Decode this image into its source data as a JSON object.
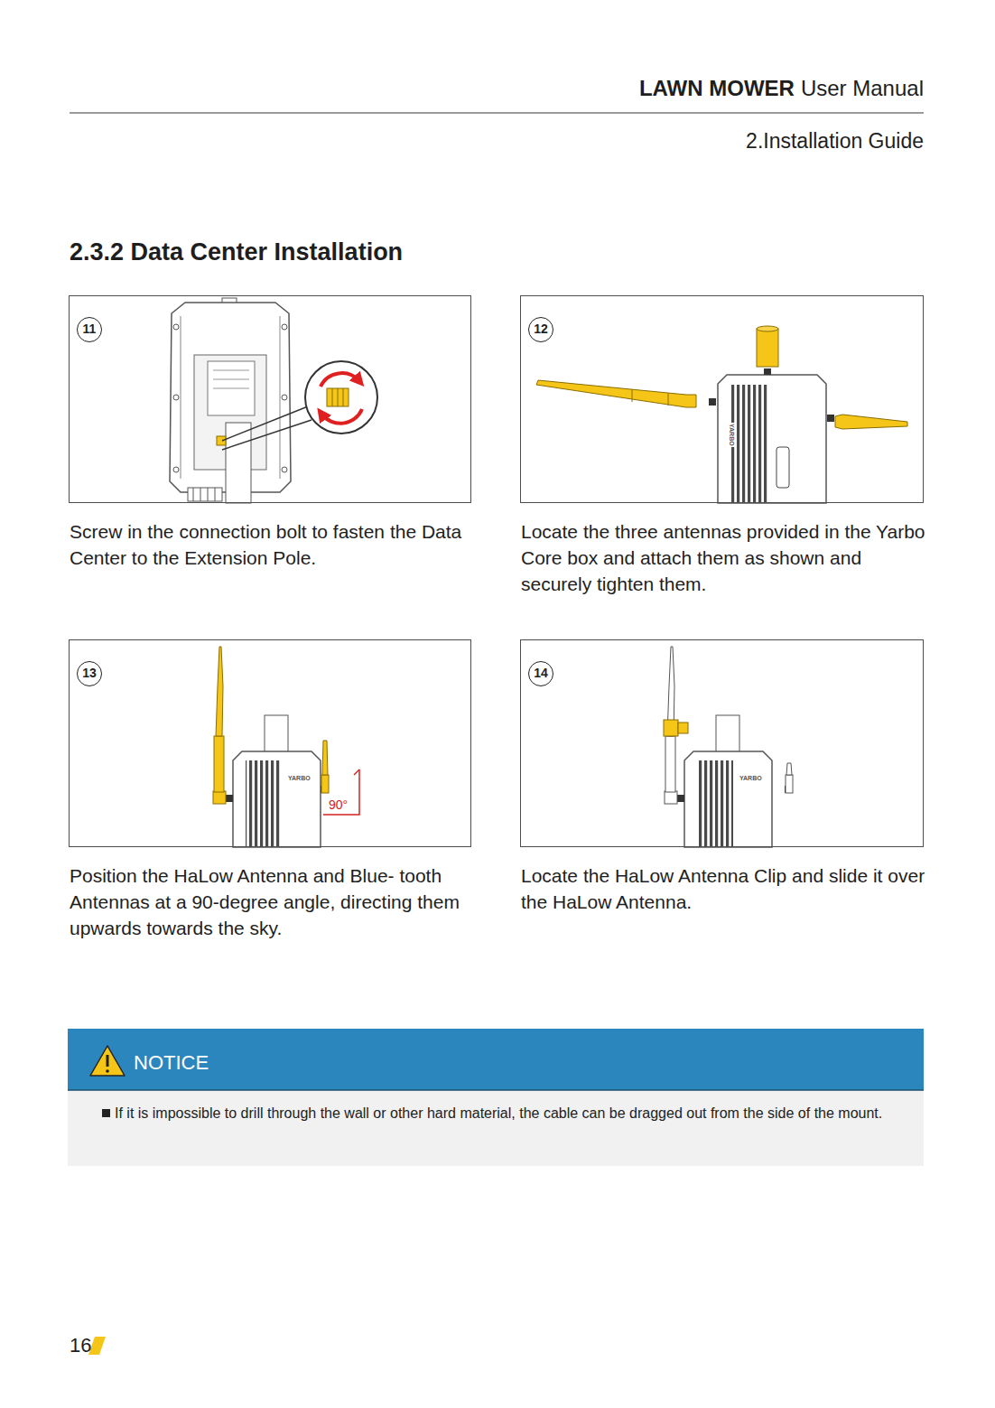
{
  "diagram": {
    "title": "2.3.2 Data Center Installation",
    "nodes": [
      {
        "text": [
          "11",
          "Screw in the connection bolt to fasten the Data Center to the Extension Pole."
        ]
      },
      {
        "text": [
          "12",
          "Locate the three antennas provided in the Yarbo Core box and attach them as shown and securely tighten them."
        ]
      },
      {
        "text": [
          "13",
          "Position the HaLow Antenna and Blue- tooth Antennas at a 90-degree angle, directing them upwards towards the sky."
        ]
      },
      {
        "text": [
          "14",
          "Locate the HaLow Antenna Clip and slide it over the HaLow Antenna."
        ]
      },
      {
        "text": [
          "NOTICE",
          "If it is impossible to drill through the wall or other hard material, the cable can be dragged out from the side of the mount."
        ]
      }
    ],
    "labels": [
      "LAWN MOWER",
      "User Manual",
      "2.Installation Guide",
      "YARBO",
      "YARBO",
      "YARBO",
      "90°",
      "16"
    ]
  }
}
